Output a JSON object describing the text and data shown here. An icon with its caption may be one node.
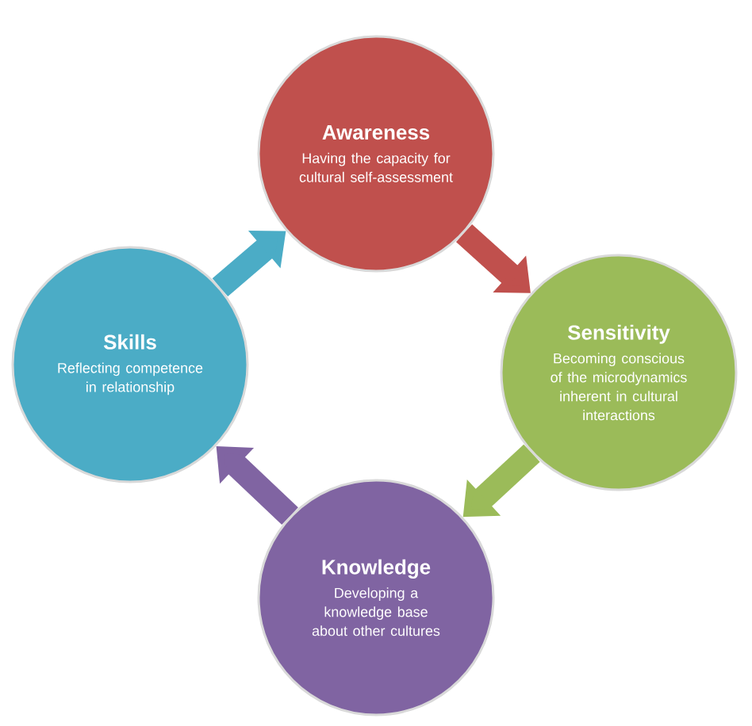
{
  "diagram": {
    "nodes": [
      {
        "text": [
          "Awareness",
          "Having the capacity for cultural self-assessment"
        ]
      },
      {
        "text": [
          "Sensitivity",
          "Becoming conscious of the microdynamics inherent in cultural interactions"
        ]
      },
      {
        "text": [
          "Knowledge",
          "Developing a knowledge base about other cultures"
        ]
      },
      {
        "text": [
          "Skills",
          "Reflecting competence in relationship"
        ]
      }
    ],
    "edges": [
      {
        "from": 0,
        "to": 1,
        "arrow": "to",
        "color": "#c0504d"
      },
      {
        "from": 1,
        "to": 2,
        "arrow": "to",
        "color": "#9bbb59"
      },
      {
        "from": 2,
        "to": 3,
        "arrow": "to",
        "color": "#8064a2"
      },
      {
        "from": 3,
        "to": 0,
        "arrow": "to",
        "color": "#4bacc6"
      }
    ]
  }
}
